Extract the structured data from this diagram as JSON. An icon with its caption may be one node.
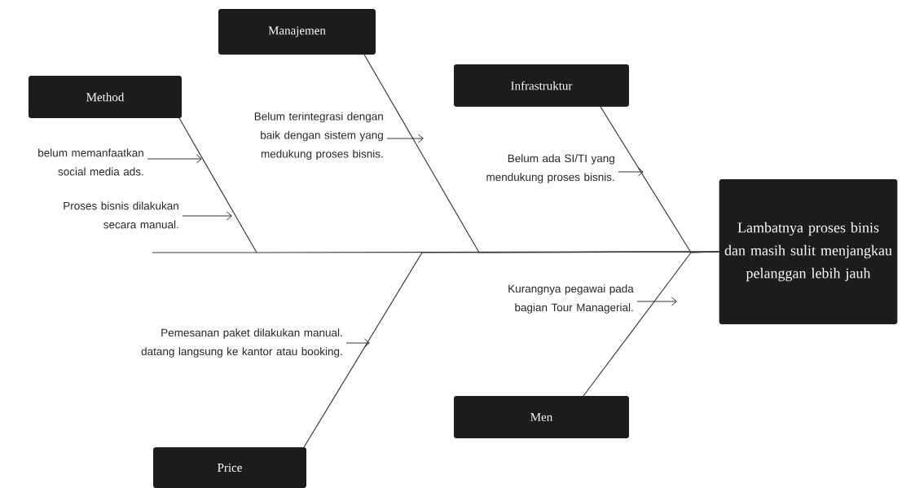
{
  "diagram": {
    "nodes": [
      {
        "text": [
          "Manajemen"
        ]
      },
      {
        "text": [
          "Method"
        ]
      },
      {
        "text": [
          "Infrastruktur"
        ]
      },
      {
        "text": [
          "Lambatnya proses binis dan masih sulit menjangkau pelanggan lebih jauh"
        ]
      },
      {
        "text": [
          "Price"
        ]
      },
      {
        "text": [
          "Men"
        ]
      },
      {
        "text": [
          "Belum terintegrasi dengan baik dengan sistem yang medukung proses bisnis."
        ]
      },
      {
        "text": [
          "belum memanfaatkan social media ads."
        ]
      },
      {
        "text": [
          "Proses bisnis dilakukan secara manual."
        ]
      },
      {
        "text": [
          "Belum ada SI/TI yang mendukung proses bisnis."
        ]
      },
      {
        "text": [
          "Kurangnya pegawai pada bagian Tour Managerial."
        ]
      },
      {
        "text": [
          "Pemesanan paket dilakukan manual. datang langsung ke kantor atau booking."
        ]
      }
    ],
    "edges": [
      {
        "from": 0,
        "to": 3,
        "arrow": "none"
      },
      {
        "from": 1,
        "to": 3,
        "arrow": "none"
      },
      {
        "from": 2,
        "to": 3,
        "arrow": "none"
      },
      {
        "from": 4,
        "to": 3,
        "arrow": "none"
      },
      {
        "from": 5,
        "to": 3,
        "arrow": "none"
      },
      {
        "from": 6,
        "to": null,
        "arrow": "to"
      },
      {
        "from": 7,
        "to": null,
        "arrow": "to"
      },
      {
        "from": 8,
        "to": null,
        "arrow": "to"
      },
      {
        "from": 9,
        "to": null,
        "arrow": "to"
      },
      {
        "from": 10,
        "to": null,
        "arrow": "to"
      },
      {
        "from": 11,
        "to": null,
        "arrow": "to"
      }
    ]
  }
}
